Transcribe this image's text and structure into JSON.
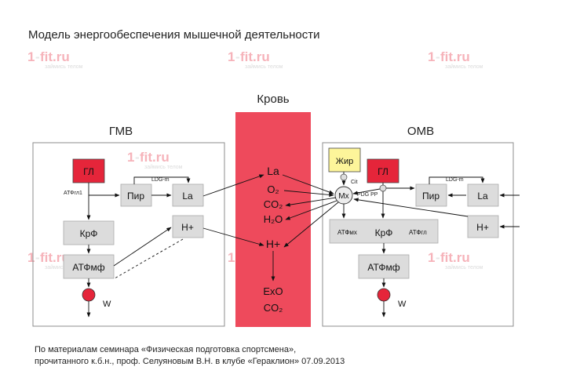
{
  "title": "Модель энергообеспечения мышечной деятельности",
  "watermark": {
    "brand": "fit.ru",
    "digit": "1",
    "dash": "-",
    "tagline": "займись телом"
  },
  "blood": {
    "header": "Кровь",
    "items": [
      "La",
      "O₂",
      "CO₂",
      "H₂O",
      "H+",
      "ExO",
      "CO₂"
    ]
  },
  "gmv": {
    "header": "ГМВ",
    "gl": "ГЛ",
    "pir": "Пир",
    "la": "La",
    "krf": "КрФ",
    "h": "H+",
    "atfmf": "АТФмф",
    "atfgl1": "АТФгл1",
    "ldg": "LDG-m",
    "w": "W"
  },
  "omv": {
    "header": "ОМВ",
    "fat": "Жир",
    "gl": "ГЛ",
    "mx": "Mx",
    "cit": "Cit",
    "pdg": "PDG PP",
    "pir": "Пир",
    "la": "La",
    "ldg": "LDG-m",
    "h": "H+",
    "atfmx": "АТФмх",
    "krf": "КрФ",
    "atfgl": "АТФгл",
    "atfmf": "АТФмф",
    "w": "W"
  },
  "footer": {
    "line1": "По материалам семинара «Физическая подготовка спортсмена»,",
    "line2": "прочитанного к.б.н., проф. Селуяновым В.Н. в клубе «Гераклион» 07.09.2013"
  },
  "colors": {
    "red_box": "#e5253a",
    "blood": "#ee4a5c",
    "grey_box": "#dcdcdc",
    "fat_box": "#fdf59a"
  }
}
